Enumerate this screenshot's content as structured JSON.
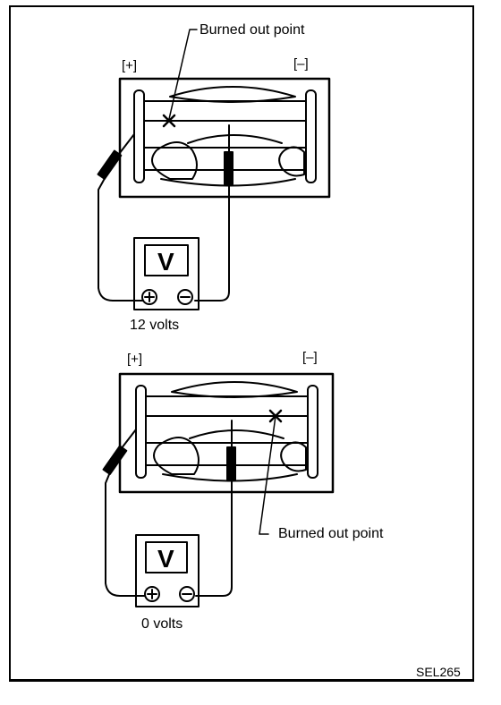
{
  "top_diagram": {
    "plus_label": "[+]",
    "minus_label": "[–]",
    "callout": "Burned out point",
    "meter_symbol": "V",
    "reading": "12 volts"
  },
  "bottom_diagram": {
    "plus_label": "[+]",
    "minus_label": "[–]",
    "callout": "Burned out point",
    "meter_symbol": "V",
    "reading": "0 volts"
  },
  "figure_code": "SEL265",
  "icons": [
    "plus-terminal-icon",
    "minus-terminal-icon",
    "burn-mark-icon",
    "voltmeter-icon"
  ]
}
